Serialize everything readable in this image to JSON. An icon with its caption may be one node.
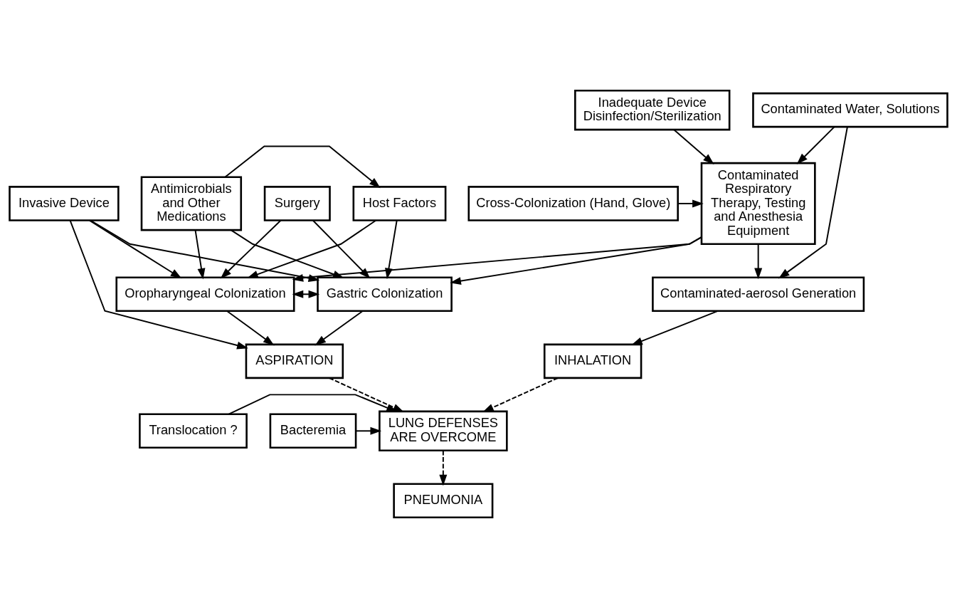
{
  "diagram": {
    "nodes": [
      {
        "text": [
          "Host Factors"
        ]
      },
      {
        "text": [
          "Antimicrobials and Other Medications"
        ]
      },
      {
        "text": [
          "Surgery"
        ]
      },
      {
        "text": [
          "Invasive Device"
        ]
      },
      {
        "text": [
          "Contaminated Respiratory Therapy, Testing and Anesthesia Equipment"
        ]
      },
      {
        "text": [
          "Cross-Colonization (Hand, Glove)"
        ]
      },
      {
        "text": [
          "Inadequate Device Disinfection/Sterilization"
        ]
      },
      {
        "text": [
          "Oropharyngeal Colonization"
        ]
      },
      {
        "text": [
          "Gastric Colonization"
        ]
      },
      {
        "text": [
          "Contaminated-aerosol Generation"
        ]
      },
      {
        "text": [
          "Contaminated Water, Solutions"
        ]
      },
      {
        "text": [
          "ASPIRATION"
        ]
      },
      {
        "text": [
          "INHALATION"
        ]
      },
      {
        "text": [
          "LUNG DEFENSES ARE OVERCOME"
        ]
      },
      {
        "text": [
          "Bacteremia"
        ]
      },
      {
        "text": [
          "Translocation ?"
        ]
      },
      {
        "text": [
          "PNEUMONIA"
        ]
      }
    ],
    "edges": [
      {
        "from": 1,
        "to": 0,
        "arrow": "to"
      },
      {
        "from": 0,
        "to": 7,
        "arrow": "to"
      },
      {
        "from": 0,
        "to": 8,
        "arrow": "to"
      },
      {
        "from": 1,
        "to": 7,
        "arrow": "to"
      },
      {
        "from": 1,
        "to": 8,
        "arrow": "to"
      },
      {
        "from": 2,
        "to": 7,
        "arrow": "to"
      },
      {
        "from": 2,
        "to": 8,
        "arrow": "to"
      },
      {
        "from": 3,
        "to": 7,
        "arrow": "to"
      },
      {
        "from": 3,
        "to": 8,
        "arrow": "to"
      },
      {
        "from": 4,
        "to": 7,
        "arrow": "to"
      },
      {
        "from": 4,
        "to": 8,
        "arrow": "to"
      },
      {
        "from": 3,
        "to": 11,
        "arrow": "to"
      },
      {
        "from": 5,
        "to": 4,
        "arrow": "to"
      },
      {
        "from": 6,
        "to": 4,
        "arrow": "to"
      },
      {
        "from": 10,
        "to": 4,
        "arrow": "to"
      },
      {
        "from": 4,
        "to": 9,
        "arrow": "to"
      },
      {
        "from": 7,
        "to": 8,
        "arrow": "both"
      },
      {
        "from": 7,
        "to": 11,
        "arrow": "to"
      },
      {
        "from": 8,
        "to": 11,
        "arrow": "to"
      },
      {
        "from": 10,
        "to": 9,
        "arrow": "to"
      },
      {
        "from": 9,
        "to": 12,
        "arrow": "to"
      },
      {
        "from": 11,
        "to": 13,
        "arrow": "to",
        "style": "dashed"
      },
      {
        "from": 12,
        "to": 13,
        "arrow": "to",
        "style": "dashed"
      },
      {
        "from": 14,
        "to": 13,
        "arrow": "to"
      },
      {
        "from": 15,
        "to": 13,
        "arrow": "to"
      },
      {
        "from": 13,
        "to": 16,
        "arrow": "to",
        "style": "dashed"
      }
    ]
  }
}
